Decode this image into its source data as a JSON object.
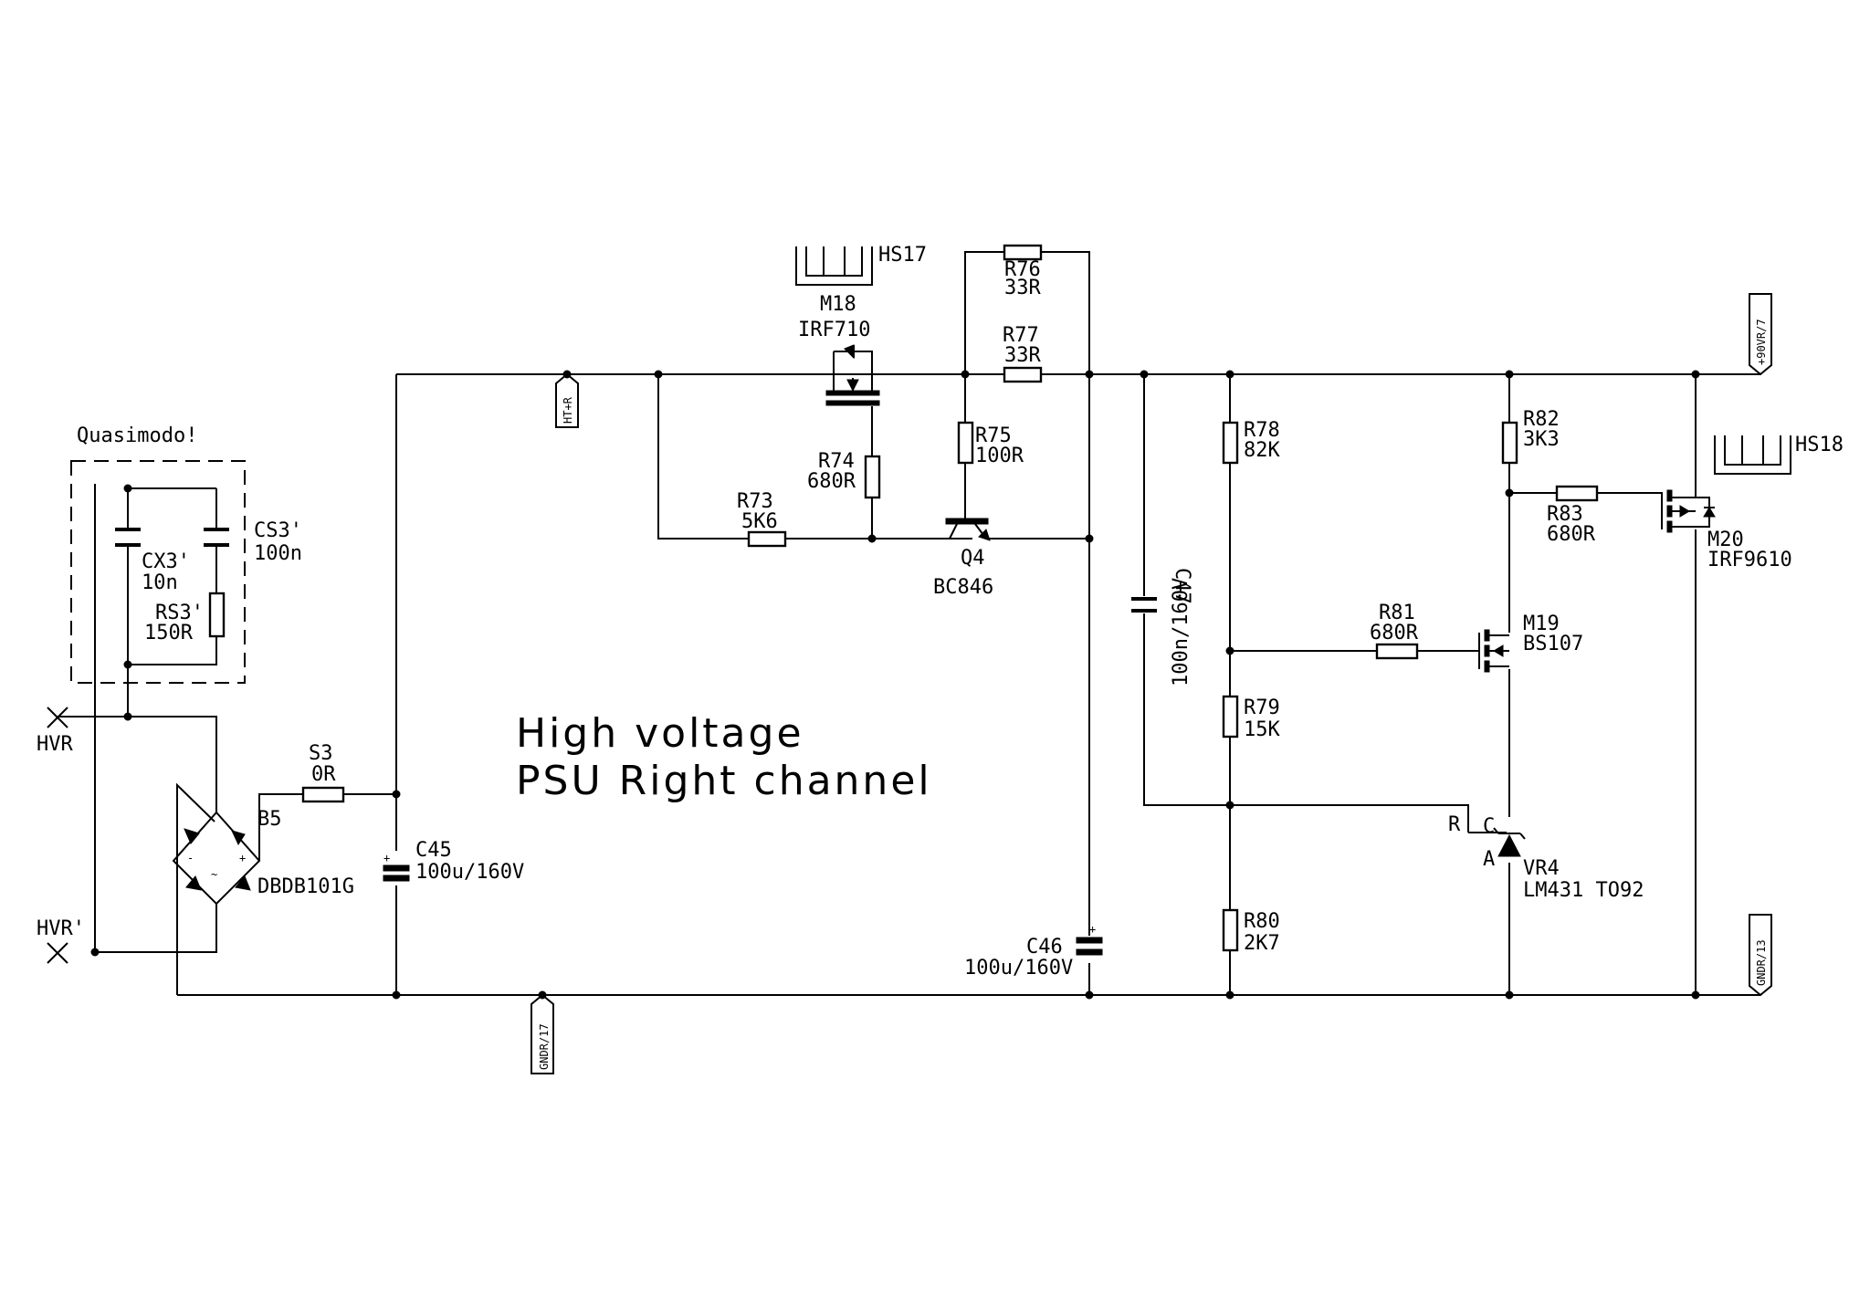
{
  "title": {
    "line1": "High voltage",
    "line2": "PSU Right channel"
  },
  "box_label": "Quasimodo!",
  "connectors": {
    "hvr": "HVR",
    "hvr2": "HVR'",
    "ht_r": "HT+R",
    "gndr17": "GNDR/17",
    "plus90": "+90VR/7",
    "gndr13": "GNDR/13"
  },
  "components": {
    "cx3": {
      "ref": "CX3'",
      "value": "10n"
    },
    "cs3": {
      "ref": "CS3'",
      "value": "100n"
    },
    "rs3": {
      "ref": "RS3'",
      "value": "150R"
    },
    "b5": {
      "ref": "B5",
      "value": "DBDB101G"
    },
    "s3": {
      "ref": "S3",
      "value": "0R"
    },
    "c45": {
      "ref": "C45",
      "value": "100u/160V"
    },
    "hs17": {
      "ref": "HS17"
    },
    "m18": {
      "ref": "M18",
      "value": "IRF710"
    },
    "r74": {
      "ref": "R74",
      "value": "680R"
    },
    "r73": {
      "ref": "R73",
      "value": "5K6"
    },
    "r76": {
      "ref": "R76",
      "value": "33R"
    },
    "r77": {
      "ref": "R77",
      "value": "33R"
    },
    "r75": {
      "ref": "R75",
      "value": "100R"
    },
    "q4": {
      "ref": "Q4",
      "value": "BC846"
    },
    "c46": {
      "ref": "C46",
      "value": "100u/160V"
    },
    "c47": {
      "ref": "C47",
      "value": "100n/160V"
    },
    "r78": {
      "ref": "R78",
      "value": "82K"
    },
    "r79": {
      "ref": "R79",
      "value": "15K"
    },
    "r80": {
      "ref": "R80",
      "value": "2K7"
    },
    "r81": {
      "ref": "R81",
      "value": "680R"
    },
    "r82": {
      "ref": "R82",
      "value": "3K3"
    },
    "r83": {
      "ref": "R83",
      "value": "680R"
    },
    "m19": {
      "ref": "M19",
      "value": "BS107"
    },
    "vr4": {
      "ref": "VR4",
      "value": "LM431 TO92"
    },
    "m20": {
      "ref": "M20",
      "value": "IRF9610"
    },
    "hs18": {
      "ref": "HS18"
    }
  },
  "pins": {
    "r": "R",
    "c": "C",
    "a": "A",
    "plus": "+",
    "minus": "-",
    "tilde": "~"
  }
}
